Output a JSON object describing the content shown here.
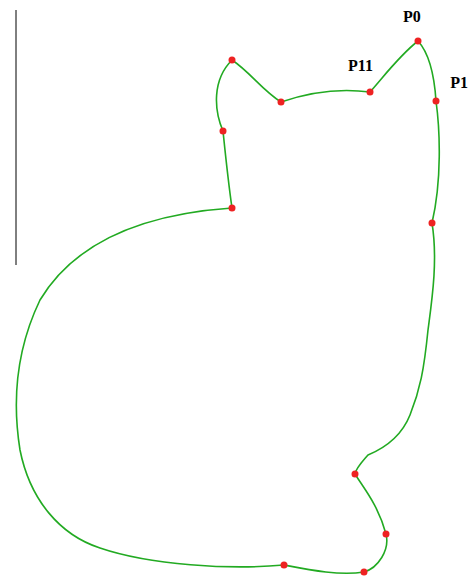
{
  "diagram": {
    "labels": [
      "P0",
      "P11",
      "P1"
    ]
  }
}
